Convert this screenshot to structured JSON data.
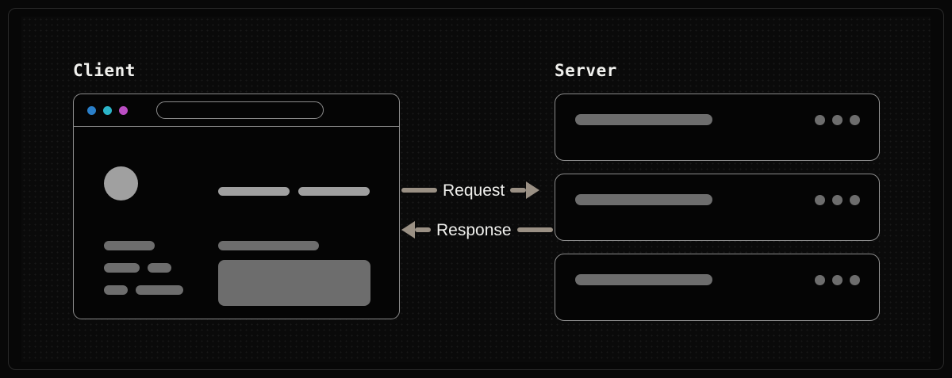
{
  "diagram": {
    "title_client": "Client",
    "title_server": "Server",
    "accent_colors": {
      "dot_blue": "#2a7fc9",
      "dot_cyan": "#2bb4c8",
      "dot_magenta": "#bb4ec4",
      "arrow": "#9a9084",
      "placeholder_light": "#a0a0a0",
      "placeholder_dark": "#6d6d6d",
      "border": "#8c8c8c",
      "background": "#0a0a0a"
    }
  },
  "client": {
    "window_dots": [
      {
        "name": "dot-blue",
        "color": "#2a7fc9"
      },
      {
        "name": "dot-cyan",
        "color": "#2bb4c8"
      },
      {
        "name": "dot-magenta",
        "color": "#bb4ec4"
      }
    ],
    "urlbar": {
      "value": "",
      "placeholder": ""
    },
    "content": {
      "avatar": "avatar-placeholder",
      "top_bars": [
        "text-bar-1",
        "text-bar-2"
      ],
      "sidebar_rows": [
        "sidebar-bar-1",
        "sidebar-bar-2",
        "sidebar-bar-3",
        "sidebar-bar-4",
        "sidebar-bar-5"
      ],
      "main_bar": "content-bar-1",
      "main_block": "content-block-1"
    }
  },
  "server": {
    "boxes": [
      {
        "label": "",
        "bar": "server-bar",
        "dots": 3
      },
      {
        "label": "",
        "bar": "server-bar",
        "dots": 3
      },
      {
        "label": "",
        "bar": "server-bar",
        "dots": 3
      }
    ]
  },
  "flows": {
    "request": {
      "label": "Request",
      "direction": "client-to-server"
    },
    "response": {
      "label": "Response",
      "direction": "server-to-client"
    }
  }
}
